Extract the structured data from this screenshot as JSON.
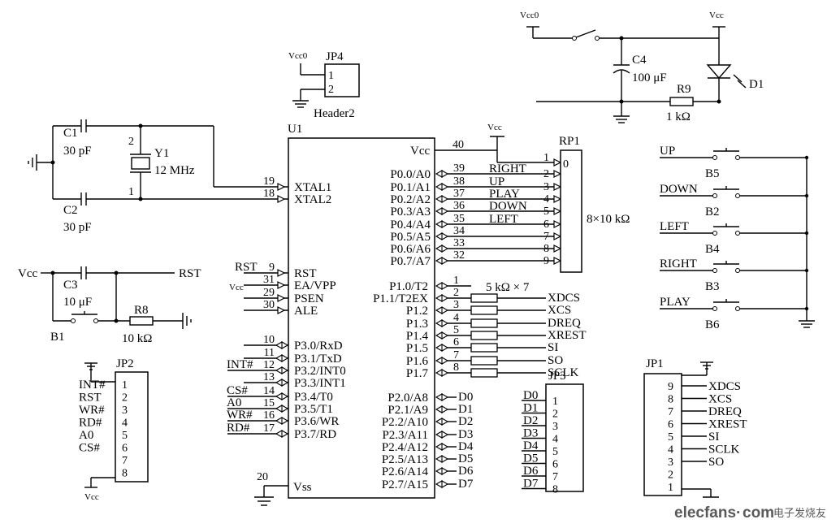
{
  "u1": {
    "name": "U1",
    "vcc_pin": "40",
    "vcc_label": "Vcc",
    "vss_pin": "20",
    "vss_label": "Vss",
    "left_pins": [
      {
        "num": "19",
        "label": "XTAL1"
      },
      {
        "num": "18",
        "label": "XTAL2"
      },
      {
        "num": "9",
        "label": "RST"
      },
      {
        "num": "31",
        "label": "EA/VPP"
      },
      {
        "num": "29",
        "label": "PSEN"
      },
      {
        "num": "30",
        "label": "ALE"
      },
      {
        "num": "10",
        "label": "P3.0/RxD"
      },
      {
        "num": "11",
        "label": "P3.1/TxD"
      },
      {
        "num": "12",
        "label": "P3.2/INT0"
      },
      {
        "num": "13",
        "label": "P3.3/INT1"
      },
      {
        "num": "14",
        "label": "P3.4/T0"
      },
      {
        "num": "15",
        "label": "P3.5/T1"
      },
      {
        "num": "16",
        "label": "P3.6/WR"
      },
      {
        "num": "17",
        "label": "P3.7/RD"
      }
    ],
    "p0_pins": [
      {
        "num": "39",
        "label": "P0.0/A0",
        "net": "RIGHT"
      },
      {
        "num": "38",
        "label": "P0.1/A1",
        "net": "UP"
      },
      {
        "num": "37",
        "label": "P0.2/A2",
        "net": "PLAY"
      },
      {
        "num": "36",
        "label": "P0.3/A3",
        "net": "DOWN"
      },
      {
        "num": "35",
        "label": "P0.4/A4",
        "net": "LEFT"
      },
      {
        "num": "34",
        "label": "P0.5/A5",
        "net": ""
      },
      {
        "num": "33",
        "label": "P0.6/A6",
        "net": ""
      },
      {
        "num": "32",
        "label": "P0.7/A7",
        "net": ""
      }
    ],
    "p1_pins": [
      {
        "num": "1",
        "label": "P1.0/T2",
        "net": ""
      },
      {
        "num": "2",
        "label": "P1.1/T2EX",
        "net": "XDCS"
      },
      {
        "num": "3",
        "label": "P1.2",
        "net": "XCS"
      },
      {
        "num": "4",
        "label": "P1.3",
        "net": "DREQ"
      },
      {
        "num": "5",
        "label": "P1.4",
        "net": "XREST"
      },
      {
        "num": "6",
        "label": "P1.5",
        "net": "SI"
      },
      {
        "num": "7",
        "label": "P1.6",
        "net": "SO"
      },
      {
        "num": "8",
        "label": "P1.7",
        "net": "SCLK"
      }
    ],
    "p2_pins": [
      {
        "label": "P2.0/A8",
        "net": "D0"
      },
      {
        "label": "P2.1/A9",
        "net": "D1"
      },
      {
        "label": "P2.2/A10",
        "net": "D2"
      },
      {
        "label": "P2.3/A11",
        "net": "D3"
      },
      {
        "label": "P2.4/A12",
        "net": "D4"
      },
      {
        "label": "P2.5/A13",
        "net": "D5"
      },
      {
        "label": "P2.6/A14",
        "net": "D6"
      },
      {
        "label": "P2.7/A15",
        "net": "D7"
      }
    ],
    "left_nets": {
      "rst": "RST",
      "ea": "Vcc",
      "int": "INT#",
      "cs": "CS#",
      "a0": "A0",
      "wr": "WR#",
      "rd": "RD#"
    }
  },
  "crystal": {
    "c1": "C1",
    "c1_val": "30 pF",
    "c2": "C2",
    "c2_val": "30 pF",
    "y1": "Y1",
    "y1_val": "12 MHz",
    "pin2": "2",
    "pin1": "1"
  },
  "reset": {
    "vcc": "Vcc",
    "c3": "C3",
    "c3_val": "10 μF",
    "net": "RST",
    "r8": "R8",
    "r8_val": "10 kΩ",
    "b1": "B1"
  },
  "jp4": {
    "name": "JP4",
    "vcc": "Vcc0",
    "pin1": "1",
    "pin2": "2",
    "footer": "Header2"
  },
  "power": {
    "vcc0": "Vcc0",
    "vcc": "Vcc",
    "c4": "C4",
    "c4_val": "100 μF",
    "r9": "R9",
    "r9_val": "1 kΩ",
    "d1": "D1"
  },
  "rp1": {
    "name": "RP1",
    "vcc": "Vcc",
    "common": "0",
    "pins": [
      "1",
      "2",
      "3",
      "4",
      "5",
      "6",
      "7",
      "8",
      "9"
    ],
    "value": "8×10 kΩ"
  },
  "resistor_array": {
    "value": "5 kΩ × 7"
  },
  "buttons": [
    {
      "label": "UP",
      "ref": "B5"
    },
    {
      "label": "DOWN",
      "ref": "B2"
    },
    {
      "label": "LEFT",
      "ref": "B4"
    },
    {
      "label": "RIGHT",
      "ref": "B3"
    },
    {
      "label": "PLAY",
      "ref": "B6"
    }
  ],
  "jp2": {
    "name": "JP2",
    "vcc": "Vcc",
    "pins": [
      "1",
      "2",
      "3",
      "4",
      "5",
      "6",
      "7",
      "8"
    ],
    "nets": [
      "INT#",
      "RST",
      "WR#",
      "RD#",
      "A0",
      "CS#",
      "",
      ""
    ]
  },
  "jp3": {
    "name": "JP3",
    "pins": [
      "1",
      "2",
      "3",
      "4",
      "5",
      "6",
      "7",
      "8"
    ],
    "nets": [
      "D0",
      "D1",
      "D2",
      "D3",
      "D4",
      "D5",
      "D6",
      "D7"
    ]
  },
  "jp1": {
    "name": "JP1",
    "pins": [
      "9",
      "8",
      "7",
      "6",
      "5",
      "4",
      "3",
      "2",
      "1"
    ],
    "nets": [
      "XDCS",
      "XCS",
      "DREQ",
      "XREST",
      "SI",
      "SCLK",
      "SO",
      "",
      ""
    ]
  },
  "watermark": {
    "brand": "elecfans",
    "dot": "·",
    "com": "com",
    "cn": "电子发烧友"
  }
}
